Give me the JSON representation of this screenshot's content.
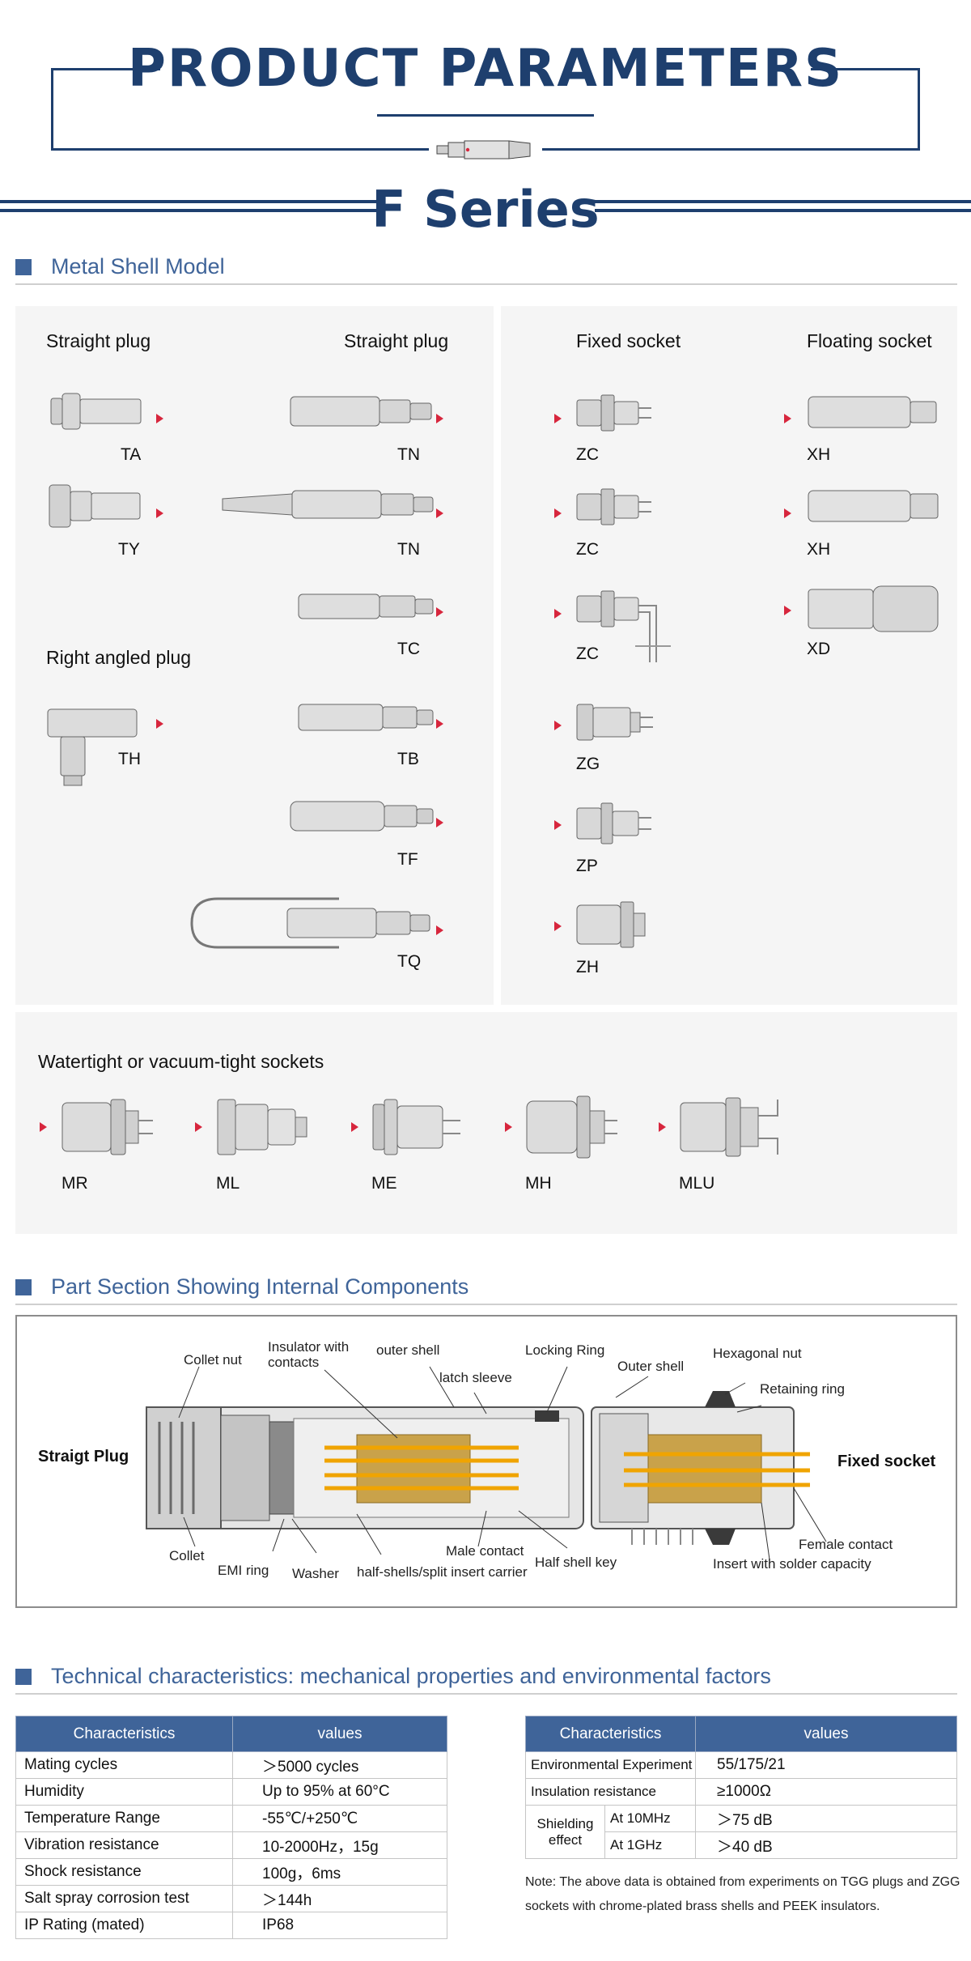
{
  "header": {
    "title": "PRODUCT PARAMETERS",
    "series_title": "F Series"
  },
  "sections": {
    "metal_shell": "Metal Shell Model",
    "part_section": "Part Section Showing Internal Components",
    "technical": "Technical characteristics: mechanical properties and environmental factors"
  },
  "plugs_panel": {
    "straight_plug_left": "Straight plug",
    "straight_plug_right": "Straight plug",
    "right_angled_plug": "Right angled plug",
    "codes": {
      "ta": "TA",
      "ty": "TY",
      "th": "TH",
      "tn1": "TN",
      "tn2": "TN",
      "tc": "TC",
      "tb": "TB",
      "tf": "TF",
      "tq": "TQ"
    }
  },
  "sockets_panel": {
    "fixed_socket": "Fixed socket",
    "floating_socket": "Floating socket",
    "codes": {
      "zc1": "ZC",
      "zc2": "ZC",
      "zc3": "ZC",
      "zg": "ZG",
      "zp": "ZP",
      "zh": "ZH",
      "xh1": "XH",
      "xh2": "XH",
      "xd": "XD"
    }
  },
  "watertight_panel": {
    "title": "Watertight or vacuum-tight sockets",
    "codes": [
      "MR",
      "ML",
      "ME",
      "MH",
      "MLU"
    ]
  },
  "diagram": {
    "left_label": "Straigt Plug",
    "right_label": "Fixed socket",
    "callouts": {
      "collet_nut": "Collet nut",
      "insulator": "Insulator with contacts",
      "outer_shell": "outer shell",
      "latch_sleeve": "latch sleeve",
      "locking_ring": "Locking Ring",
      "outer_shell_socket": "Outer shell",
      "hex_nut": "Hexagonal nut",
      "retaining_ring": "Retaining ring",
      "collet": "Collet",
      "emi_ring": "EMI ring",
      "washer": "Washer",
      "half_shells": "half-shells/split insert carrier",
      "male_contact": "Male contact",
      "half_shell_key": "Half shell key",
      "female_contact": "Female contact",
      "insert_solder": "Insert with solder capacity"
    }
  },
  "table_left": {
    "headers": [
      "Characteristics",
      "values"
    ],
    "rows": [
      [
        "Mating cycles",
        "＞5000 cycles"
      ],
      [
        "Humidity",
        "Up to 95% at 60°C"
      ],
      [
        "Temperature Range",
        "-55℃/+250℃"
      ],
      [
        "Vibration resistance",
        "10-2000Hz，15g"
      ],
      [
        "Shock resistance",
        "100g，6ms"
      ],
      [
        "Salt spray corrosion test",
        "＞144h"
      ],
      [
        "IP Rating (mated)",
        "IP68"
      ]
    ]
  },
  "table_right": {
    "headers": [
      "Characteristics",
      "values"
    ],
    "env_label": "Environmental Experiment",
    "env_value": "55/175/21",
    "ins_label": "Insulation resistance",
    "ins_value": "≥1000Ω",
    "shield_label": "Shielding effect",
    "shield_rows": [
      [
        "At 10MHz",
        "＞75 dB"
      ],
      [
        "At 1GHz",
        "＞40 dB"
      ]
    ]
  },
  "note": "Note: The above data is obtained from experiments on TGG plugs and ZGG sockets with chrome-plated brass shells and PEEK insulators."
}
